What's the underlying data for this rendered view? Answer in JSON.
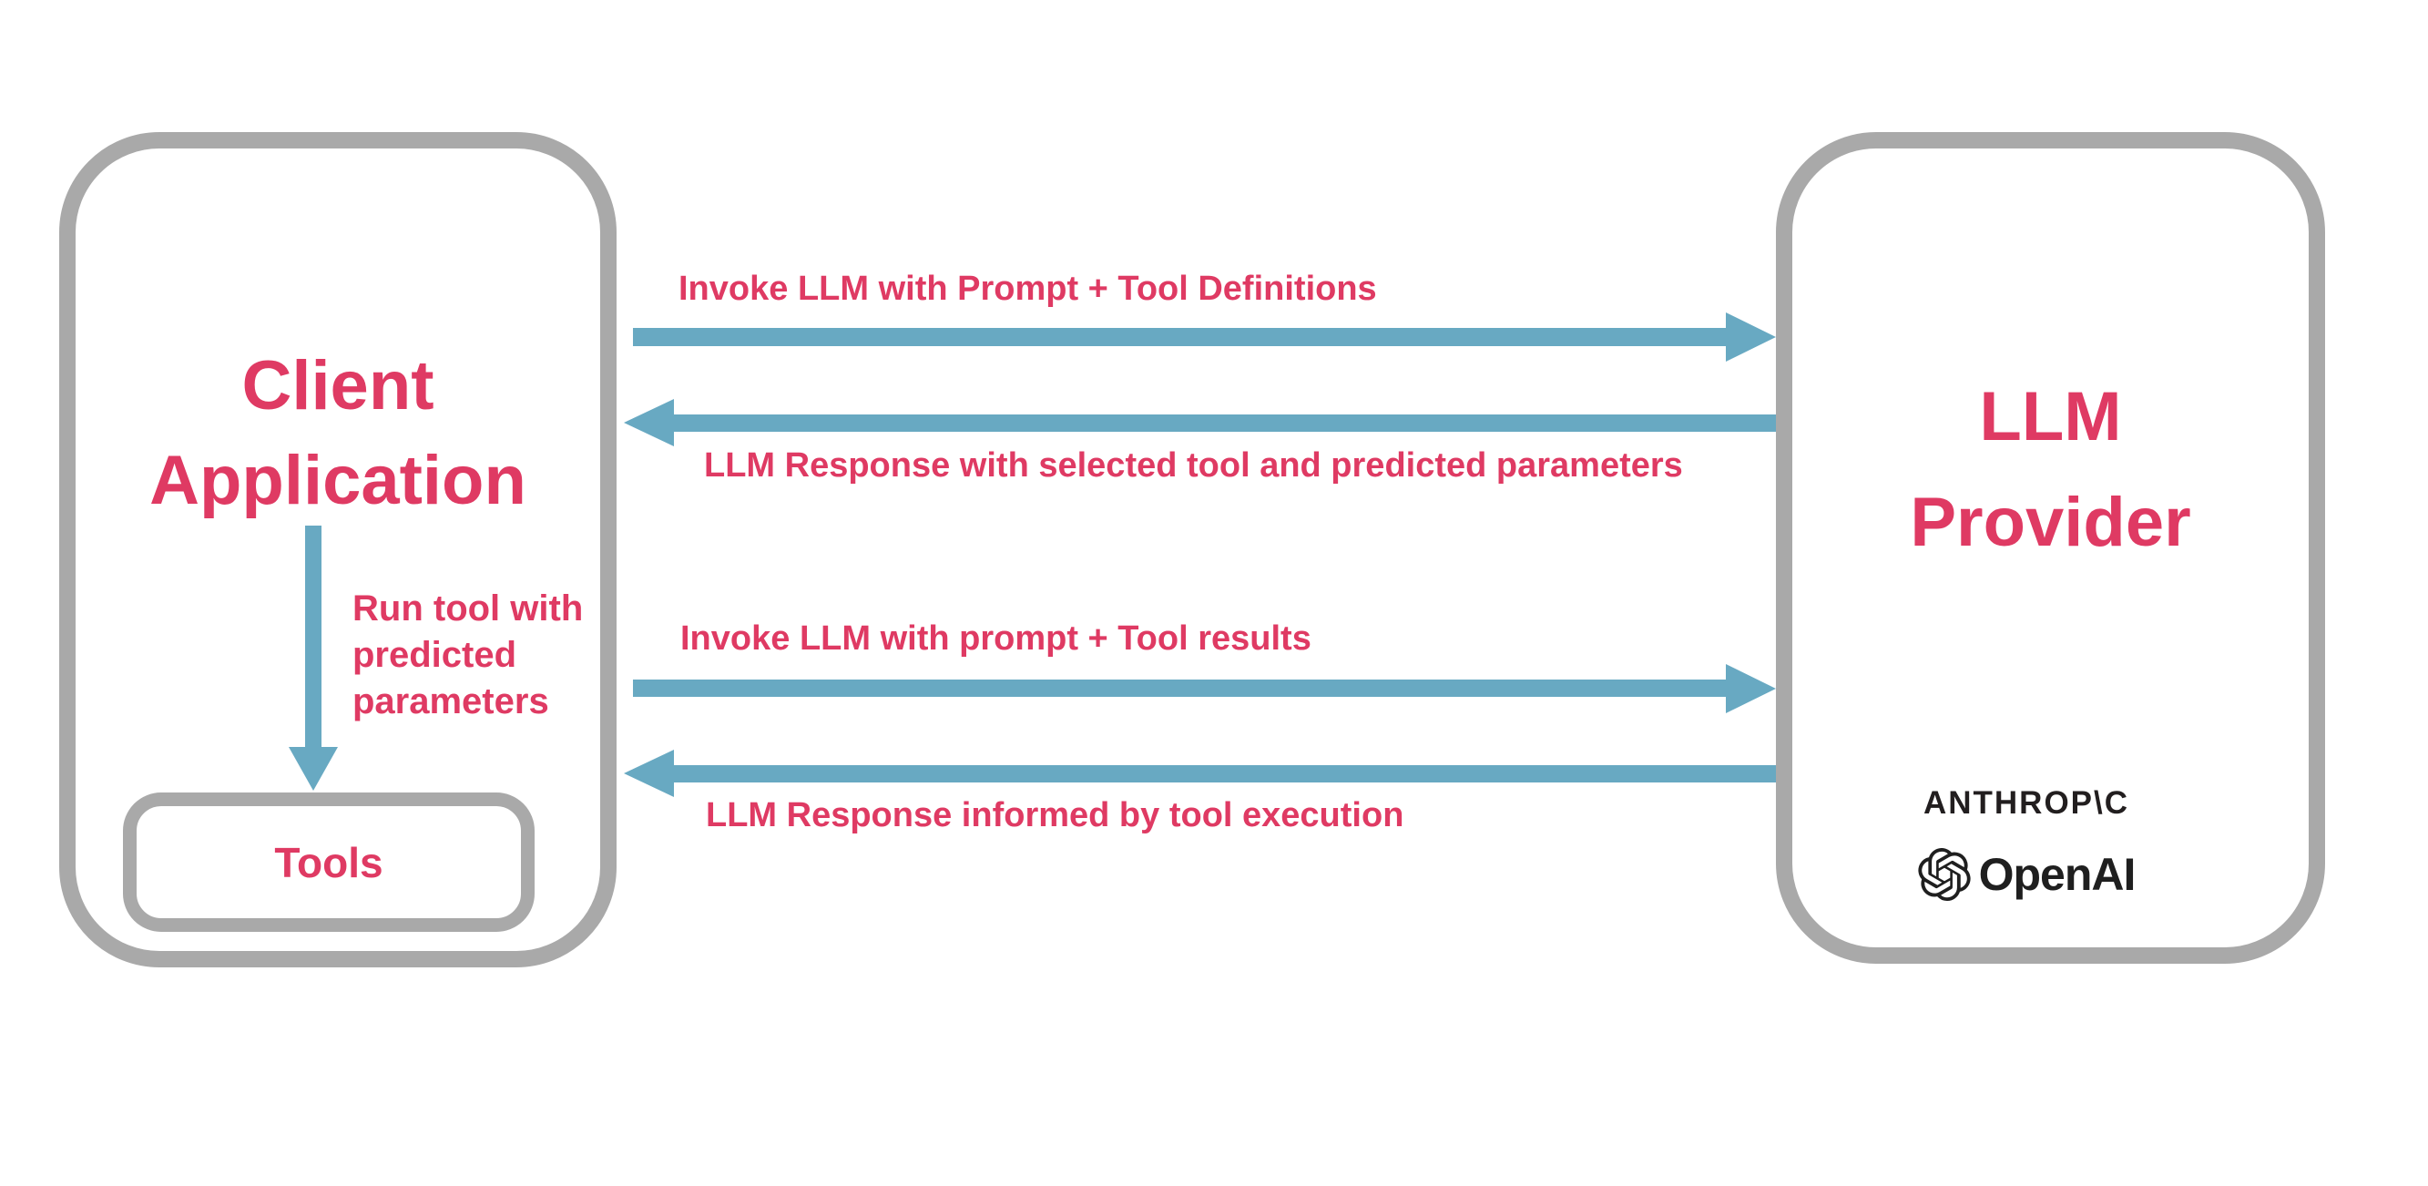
{
  "colors": {
    "accent_pink": "#DF3A63",
    "arrow_blue": "#68A9C2",
    "border_gray": "#A9A9A9",
    "logo_black": "#1F1F1F",
    "background": "#FFFFFF"
  },
  "client_box": {
    "title_line1": "Client",
    "title_line2": "Application",
    "tools_label": "Tools"
  },
  "llm_box": {
    "title_line1": "LLM",
    "title_line2": "Provider",
    "providers": {
      "anthropic_label": "ANTHROP\\C",
      "openai_label": "OpenAI"
    }
  },
  "arrows": [
    {
      "direction": "right",
      "label": "Invoke LLM with Prompt + Tool Definitions"
    },
    {
      "direction": "left",
      "label": "LLM Response with selected tool and predicted parameters"
    },
    {
      "direction": "right",
      "label": "Invoke LLM with prompt + Tool results"
    },
    {
      "direction": "left",
      "label": "LLM Response informed by tool execution"
    },
    {
      "direction": "down",
      "label": "Run tool with\npredicted\nparameters"
    }
  ]
}
